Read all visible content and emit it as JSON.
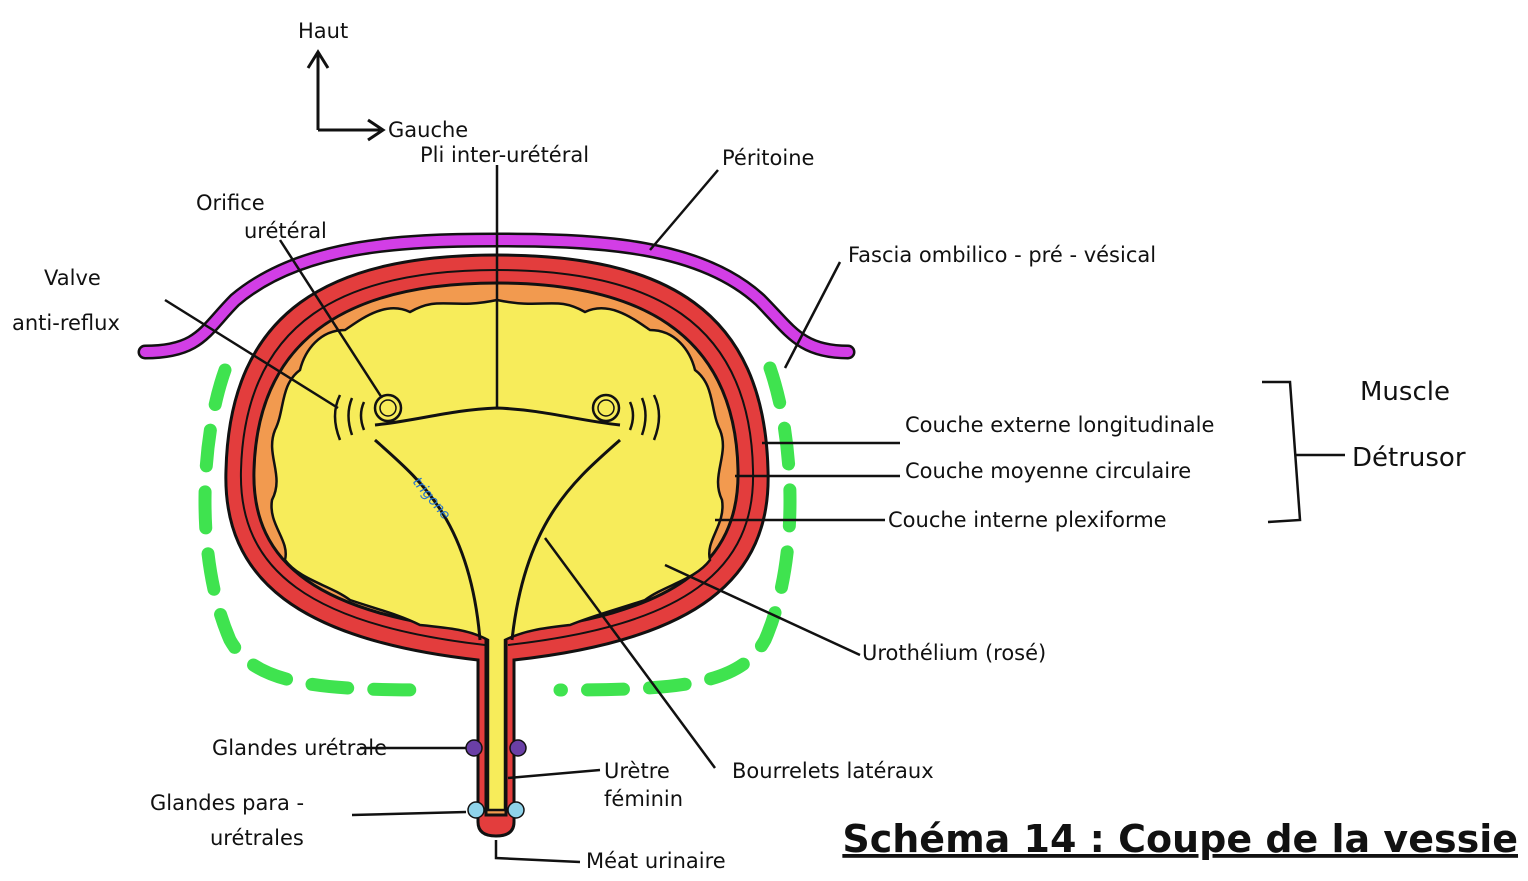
{
  "orientation": {
    "up_label": "Haut",
    "left_label": "Gauche"
  },
  "labels": {
    "pli_inter_ureteral": "Pli inter-urétéral",
    "peritoine": "Péritoine",
    "orifice_line1": "Orifice",
    "orifice_line2": "urétéral",
    "valve_line1": "Valve",
    "valve_line2": "anti-reflux",
    "fascia": "Fascia ombilico - pré - vésical",
    "couche_externe": "Couche externe longitudinale",
    "couche_moyenne": "Couche moyenne circulaire",
    "couche_interne": "Couche interne plexiforme",
    "muscle_line1": "Muscle",
    "muscle_line2": "Détrusor",
    "urothelium": "Urothélium (rosé)",
    "bourrelets": "Bourrelets latéraux",
    "trigone": "trigone",
    "glandes_uretrale": "Glandes urétrale",
    "glandes_para_line1": "Glandes para -",
    "glandes_para_line2": "urétrales",
    "uretre_line1": "Urètre",
    "uretre_line2": "féminin",
    "meat": "Méat urinaire"
  },
  "caption": "Schéma 14 : Coupe de la vessie",
  "colors": {
    "peritoneum": "#d23ee6",
    "fascia": "#3fe34f",
    "outer_muscle": "#e33d3d",
    "inner_layer": "#f29a4f",
    "urothelium": "#f7ec5a",
    "urethral_gland": "#6a3fa6",
    "paraurethral_gland": "#8fd3ea",
    "trigone_text": "#2b74c9"
  }
}
